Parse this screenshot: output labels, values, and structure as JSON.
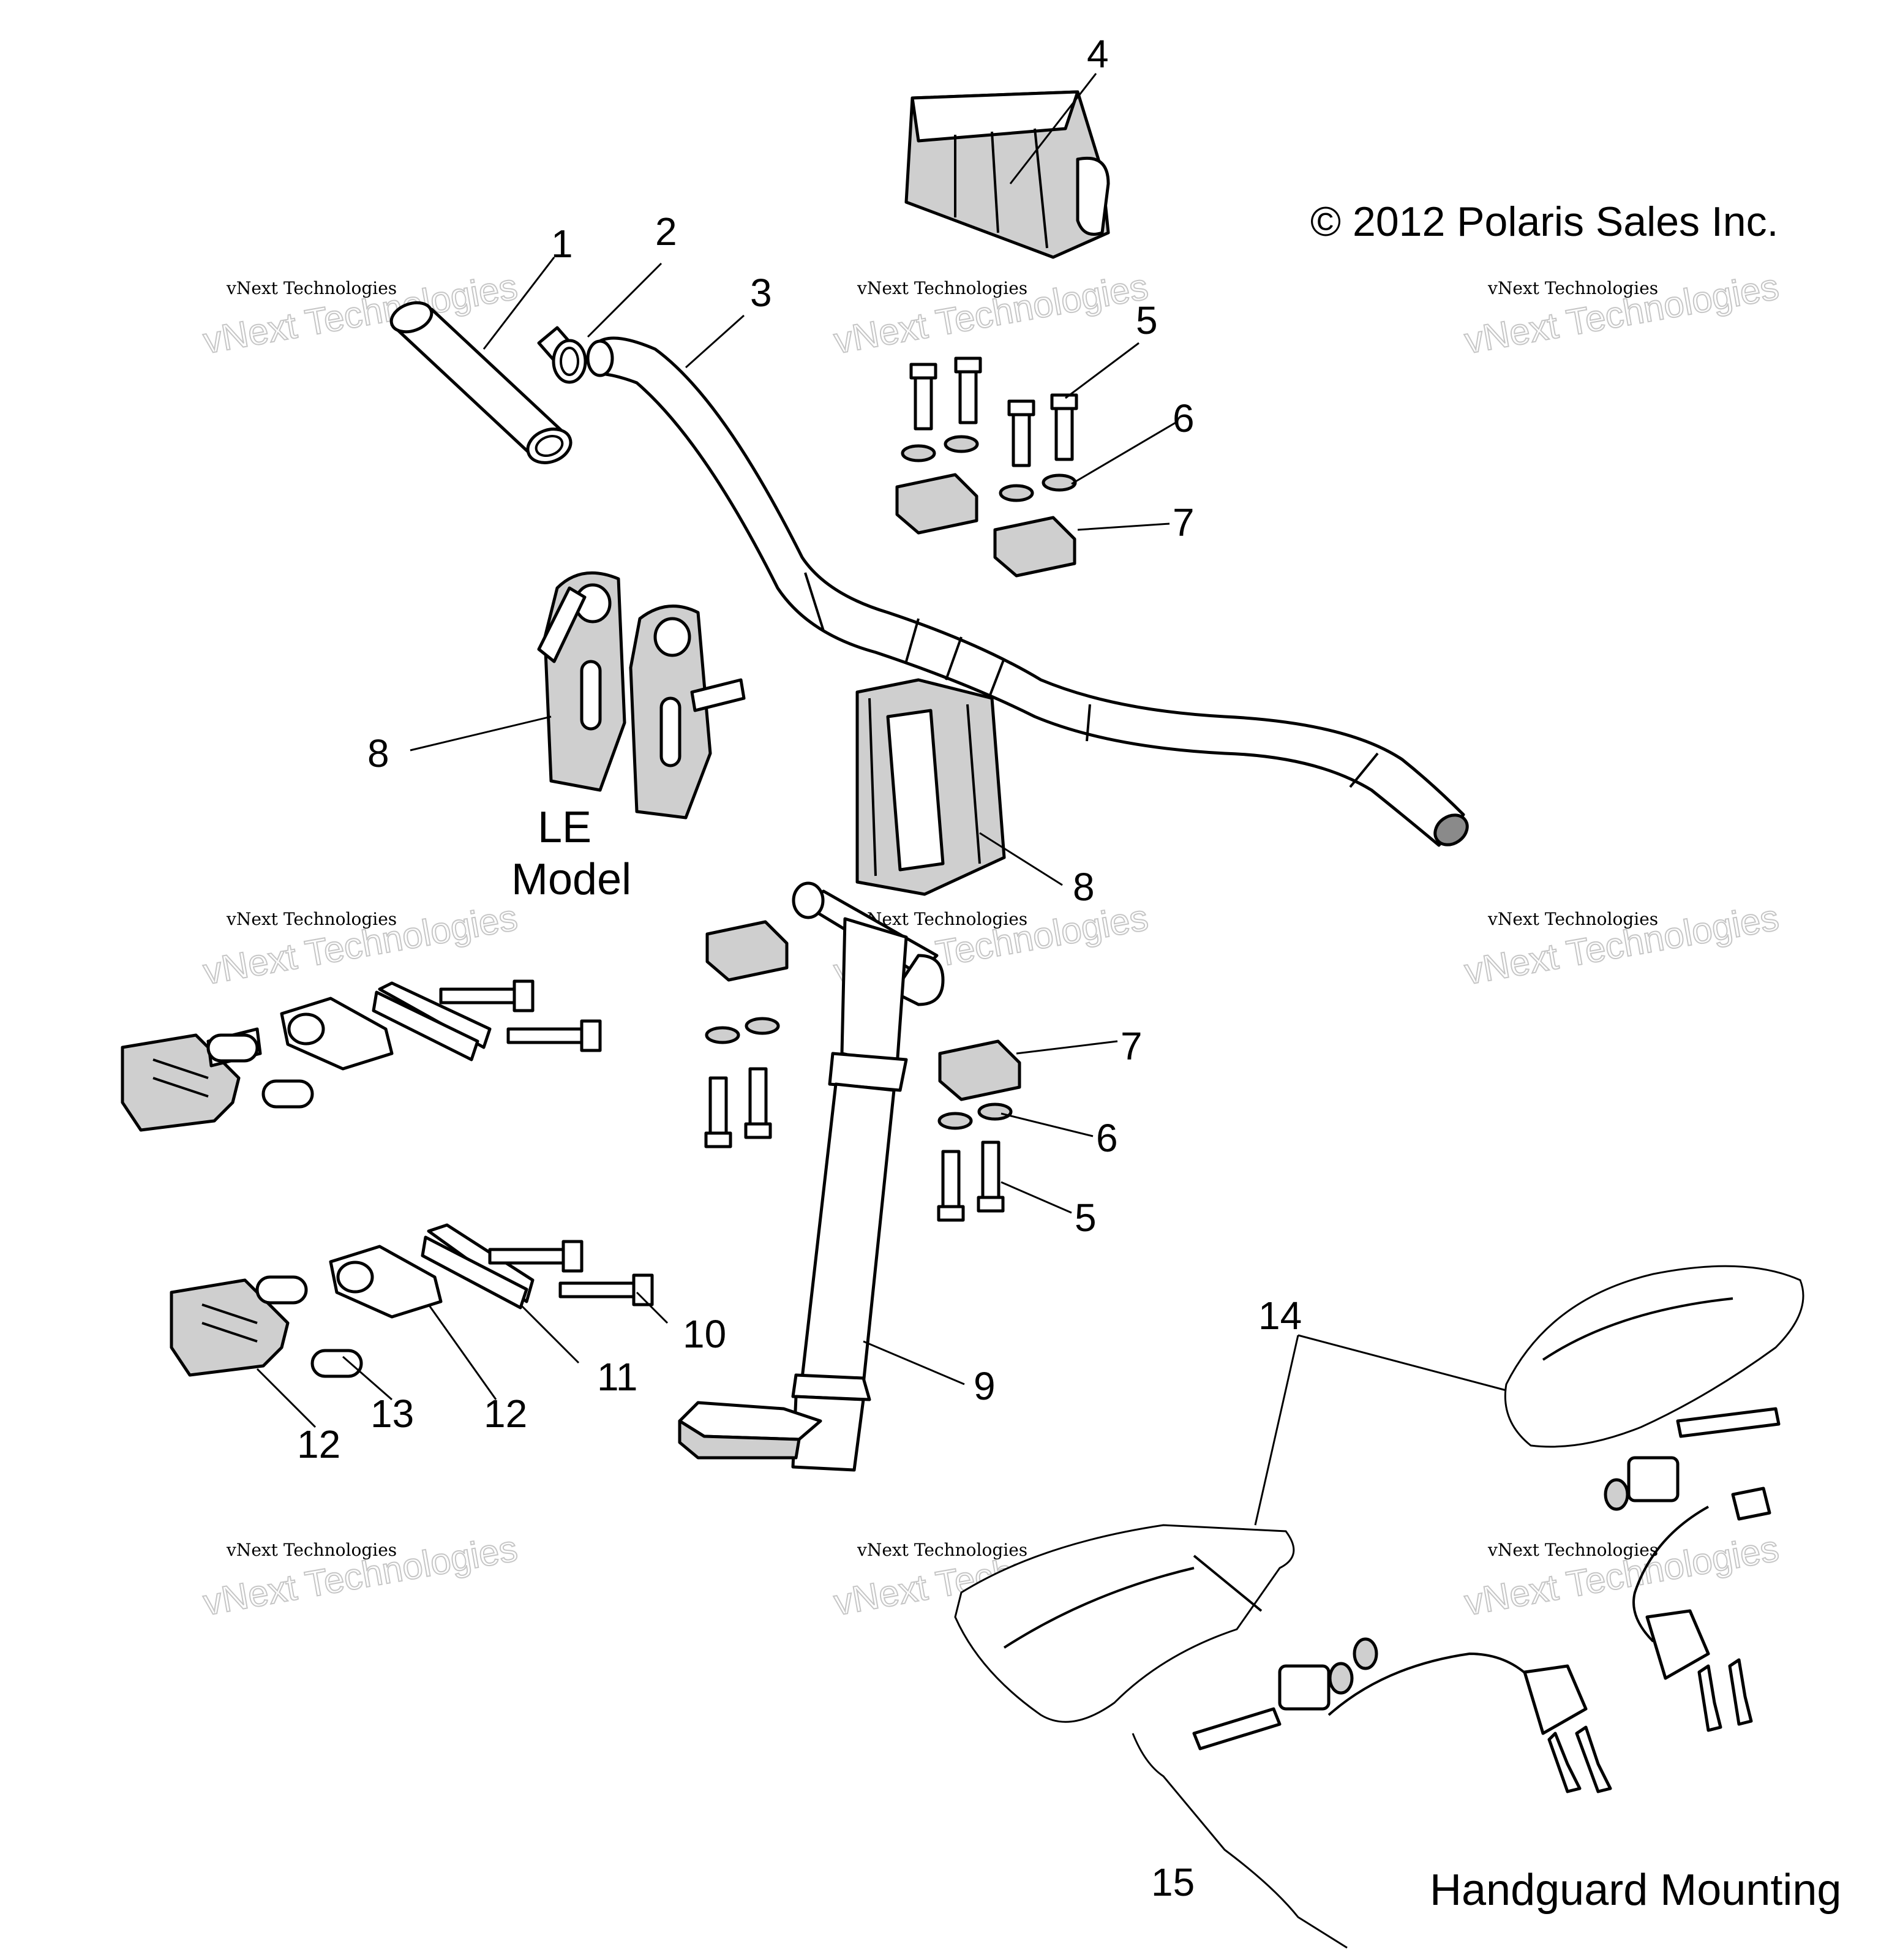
{
  "copyright": "© 2012 Polaris Sales Inc.",
  "watermark": {
    "line1": "vNext Technologies",
    "line2": "vNext Technologies"
  },
  "notes": {
    "le_line1": "LE",
    "le_line2": "Model",
    "handguard": "Handguard Mounting"
  },
  "callouts": {
    "c1": "1",
    "c2": "2",
    "c3": "3",
    "c4": "4",
    "c5a": "5",
    "c6a": "6",
    "c7a": "7",
    "c8a": "8",
    "c8b": "8",
    "c7b": "7",
    "c6b": "6",
    "c5b": "5",
    "c10": "10",
    "c9": "9",
    "c11": "11",
    "c12a": "12",
    "c13": "13",
    "c12b": "12",
    "c14": "14",
    "c15": "15"
  }
}
